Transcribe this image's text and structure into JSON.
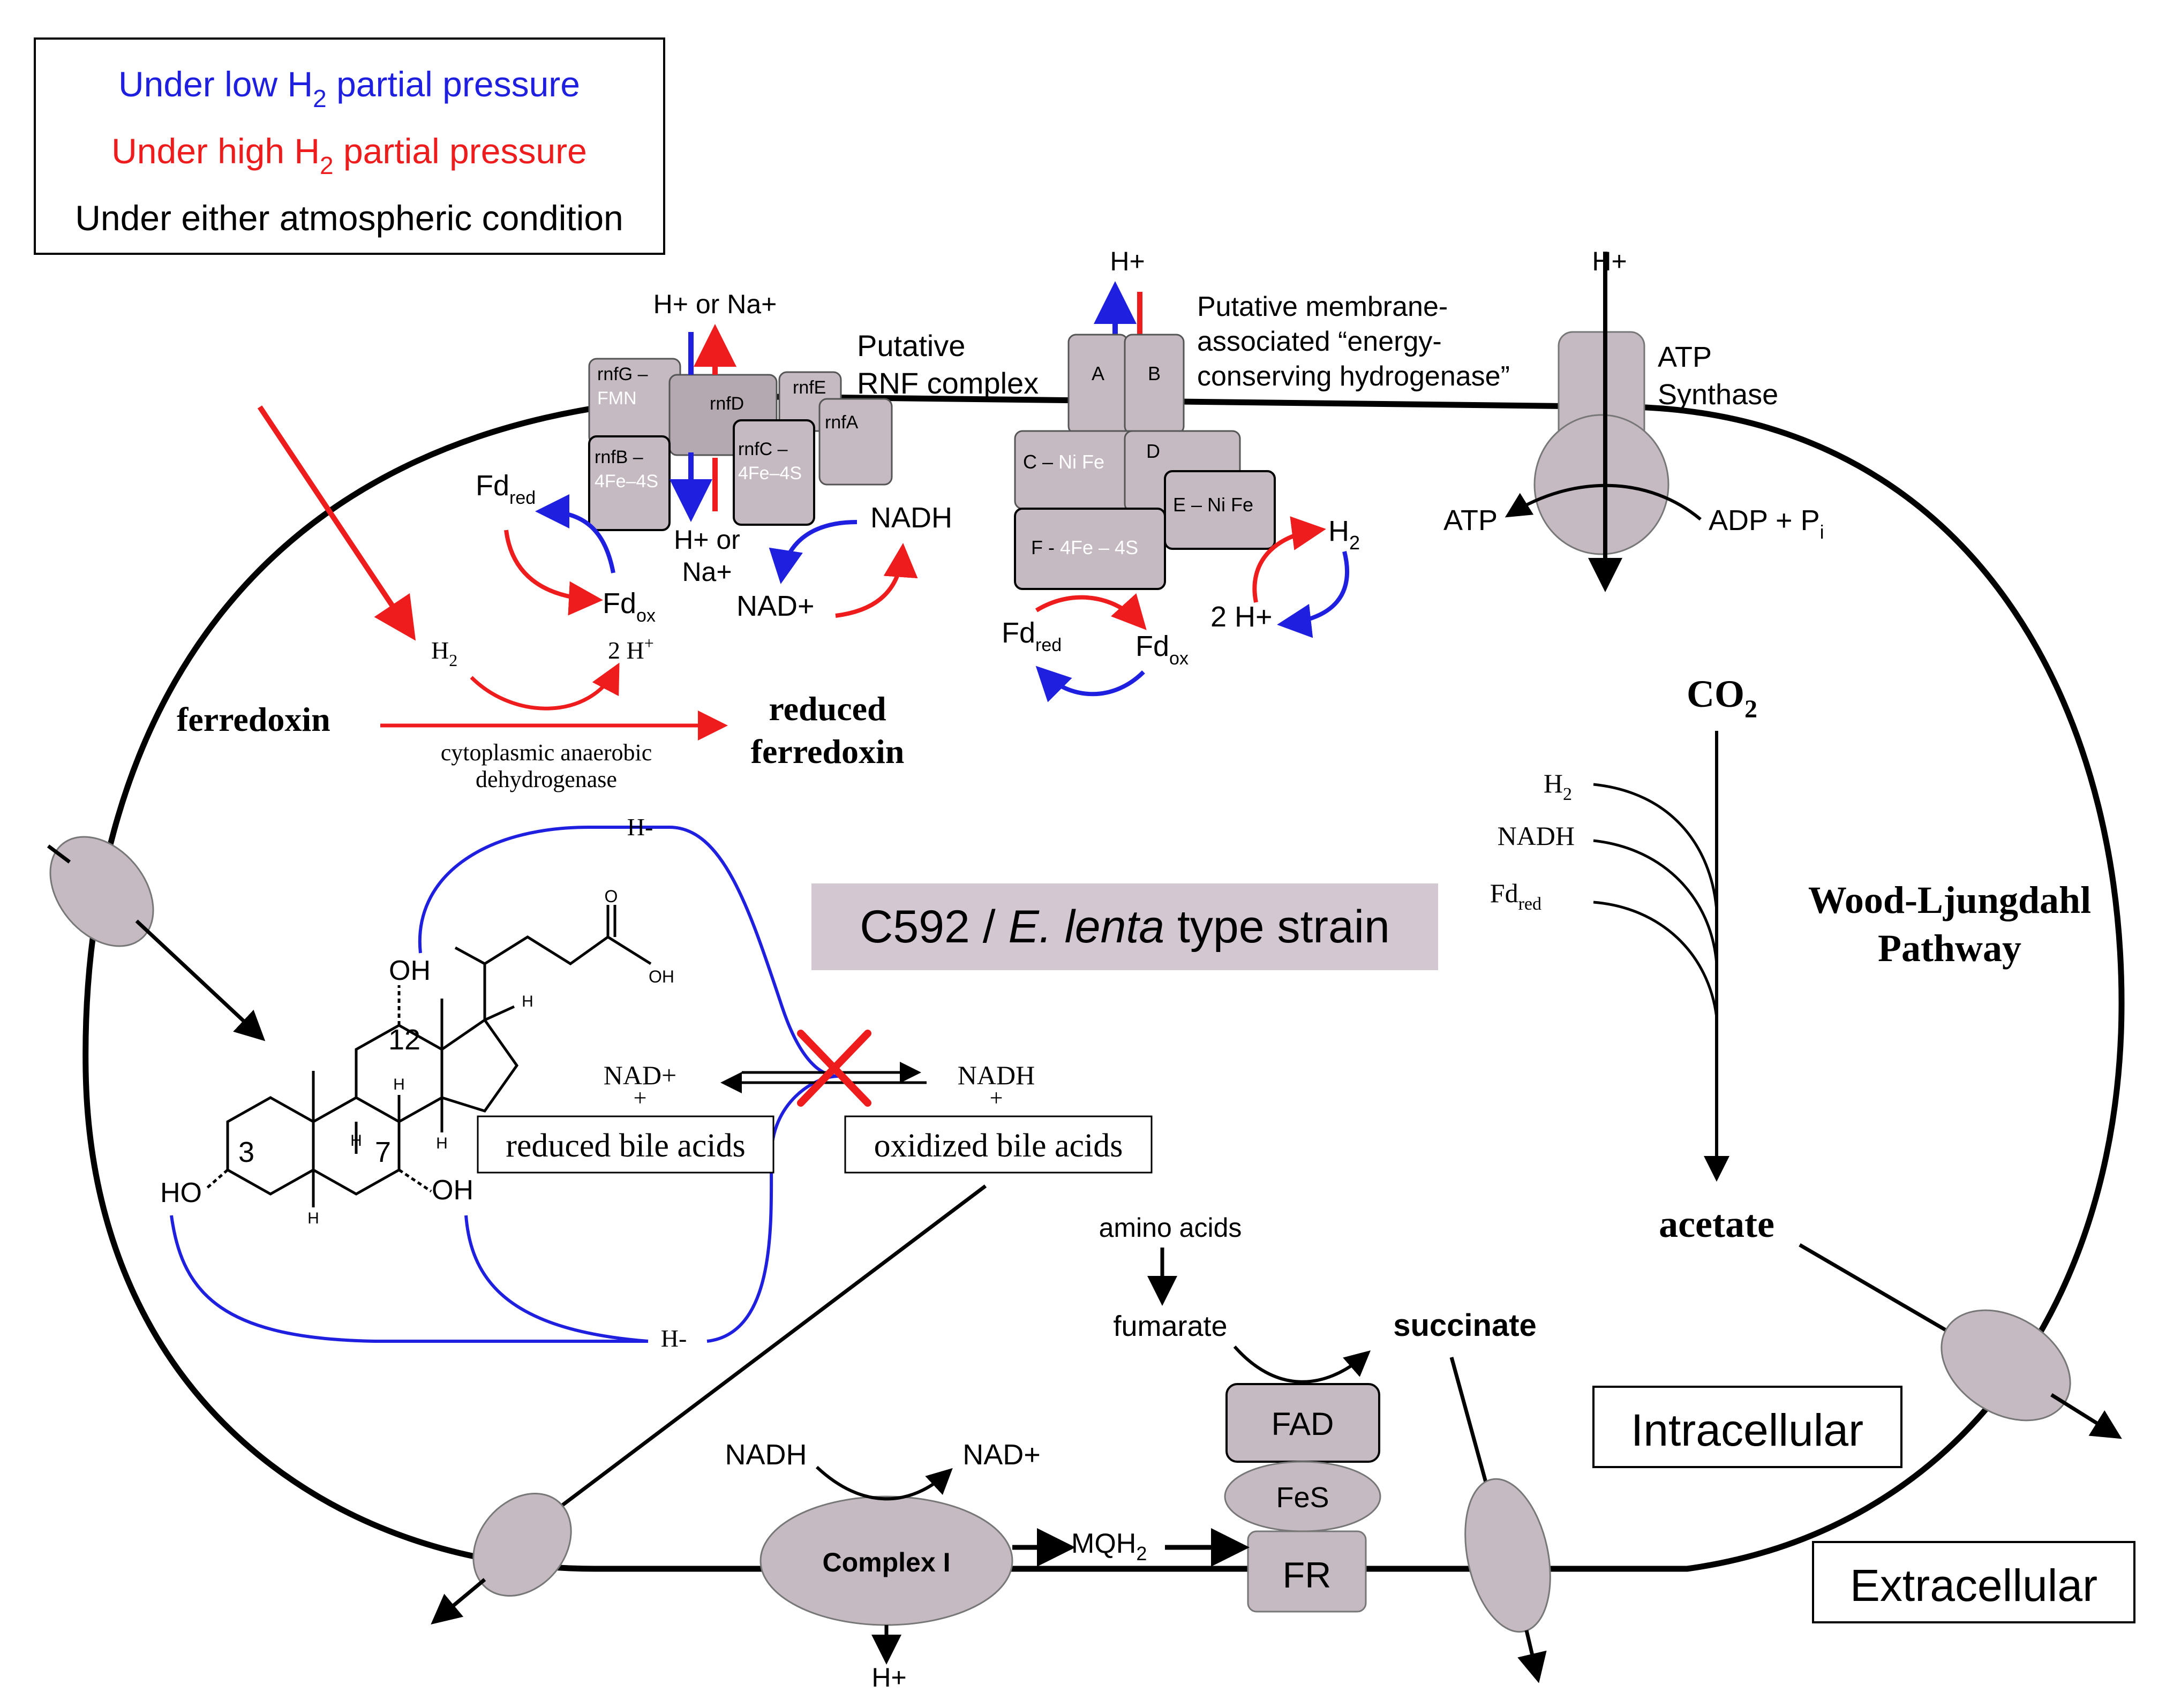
{
  "legend": {
    "low_prefix": "Under low H",
    "low_sub": "2",
    "low_suffix": " partial pressure",
    "high_prefix": "Under high H",
    "high_sub": "2",
    "high_suffix": " partial pressure",
    "either": "Under either atmospheric condition"
  },
  "rnf": {
    "top_ion": "H+ or Na+",
    "label_line1": "Putative",
    "label_line2": "RNF complex",
    "rnfG_line1": "rnfG –",
    "rnfG_line2": "FMN",
    "rnfD": "rnfD",
    "rnfE": "rnfE",
    "rnfA": "rnfA",
    "rnfB_line1": "rnfB –",
    "rnfB_line2": "4Fe–4S",
    "rnfC_line1": "rnfC –",
    "rnfC_line2": "4Fe–4S",
    "bottom_ion_line1": "H+ or",
    "bottom_ion_line2": "Na+",
    "fd_red": "Fd",
    "fd_red_sub": "red",
    "fd_ox": "Fd",
    "fd_ox_sub": "ox",
    "nadh": "NADH",
    "nad": "NAD+"
  },
  "ech": {
    "h_plus": "H+",
    "label_line1": "Putative membrane-",
    "label_line2": "associated “energy-",
    "label_line3": "conserving hydrogenase”",
    "A": "A",
    "B": "B",
    "C_prefix": "C – ",
    "C_suffix": "Ni Fe",
    "D": "D",
    "E": "E – Ni Fe",
    "F_prefix": "F - ",
    "F_suffix": "4Fe – 4S",
    "fd_red": "Fd",
    "fd_red_sub": "red",
    "fd_ox": "Fd",
    "fd_ox_sub": "ox",
    "h2": "H",
    "h2_sub": "2",
    "two_h": "2 H+"
  },
  "atp": {
    "h_plus": "H+",
    "label_line1": "ATP",
    "label_line2": "Synthase",
    "atp": "ATP",
    "adp": "ADP + P",
    "adp_sub": "i"
  },
  "cyto": {
    "h2": "H",
    "h2_sub": "2",
    "two_h": "2 H",
    "two_h_sup": "+",
    "ferredoxin": "ferredoxin",
    "reduced_line1": "reduced",
    "reduced_line2": "ferredoxin",
    "enzyme_line1": "cytoplasmic anaerobic",
    "enzyme_line2": "dehydrogenase"
  },
  "wl": {
    "co2": "CO",
    "co2_sub": "2",
    "h2": "H",
    "h2_sub": "2",
    "nadh": "NADH",
    "fd": "Fd",
    "fd_sub": "red",
    "name_line1": "Wood-Ljungdahl",
    "name_line2": "Pathway",
    "acetate": "acetate"
  },
  "strain": {
    "prefix": "C592 / ",
    "italic": "E. lenta",
    "suffix": " type strain"
  },
  "bile": {
    "hydride_top": "H-",
    "hydride_bottom": "H-",
    "oh_12": "OH",
    "oh_7": "OH",
    "ho_3": "HO",
    "oh_acid": "OH",
    "o_acid": "O",
    "pos_12": "12",
    "pos_7": "7",
    "pos_3": "3",
    "h_atom": "H",
    "nad": "NAD+",
    "nadh": "NADH",
    "plus": "+",
    "reduced": "reduced bile acids",
    "oxidized": "oxidized bile acids"
  },
  "resp": {
    "amino_acids": "amino acids",
    "fumarate": "fumarate",
    "succinate": "succinate",
    "fad": "FAD",
    "fes": "FeS",
    "fr": "FR",
    "nadh": "NADH",
    "nad": "NAD+",
    "complex1": "Complex I",
    "mqh": "MQH",
    "mqh_sub": "2",
    "h_plus": "H+"
  },
  "regions": {
    "intracellular": "Intracellular",
    "extracellular": "Extracellular"
  },
  "colors": {
    "blue": "#1f1fe0",
    "red": "#ee1c1c",
    "protein": "#c5bac2",
    "protein_dark": "#b5a9b1",
    "strain_box": "#d3c8d1"
  }
}
